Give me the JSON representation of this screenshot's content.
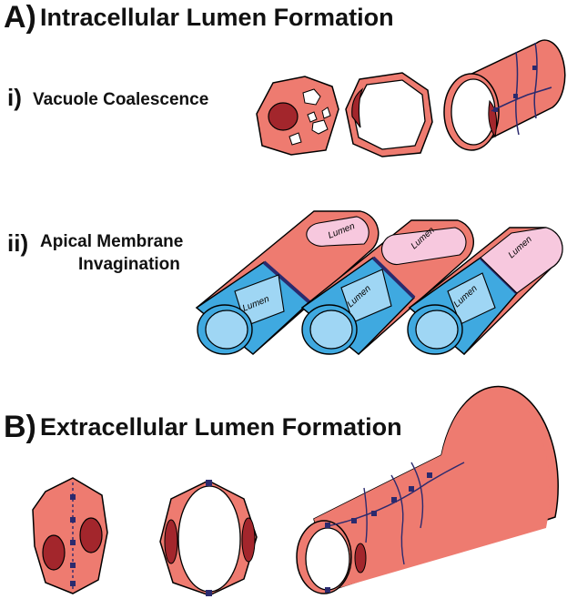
{
  "section_a": {
    "letter": "A)",
    "title": "Intracellular Lumen Formation",
    "sub_i": {
      "numeral": "i)",
      "title": "Vacuole Coalescence"
    },
    "sub_ii": {
      "numeral": "ii)",
      "title_line1": "Apical Membrane",
      "title_line2": "Invagination",
      "lumen_label": "Lumen"
    }
  },
  "section_b": {
    "letter": "B)",
    "title": "Extracellular Lumen Formation"
  },
  "colors": {
    "cell_salmon": "#ee7b70",
    "nucleus": "#a3262c",
    "junction": "#2b2a6e",
    "blue_cell": "#3fa9e0",
    "blue_light": "#9fd6f4",
    "lumen_pink": "#f7c8de",
    "outline": "#000000"
  }
}
